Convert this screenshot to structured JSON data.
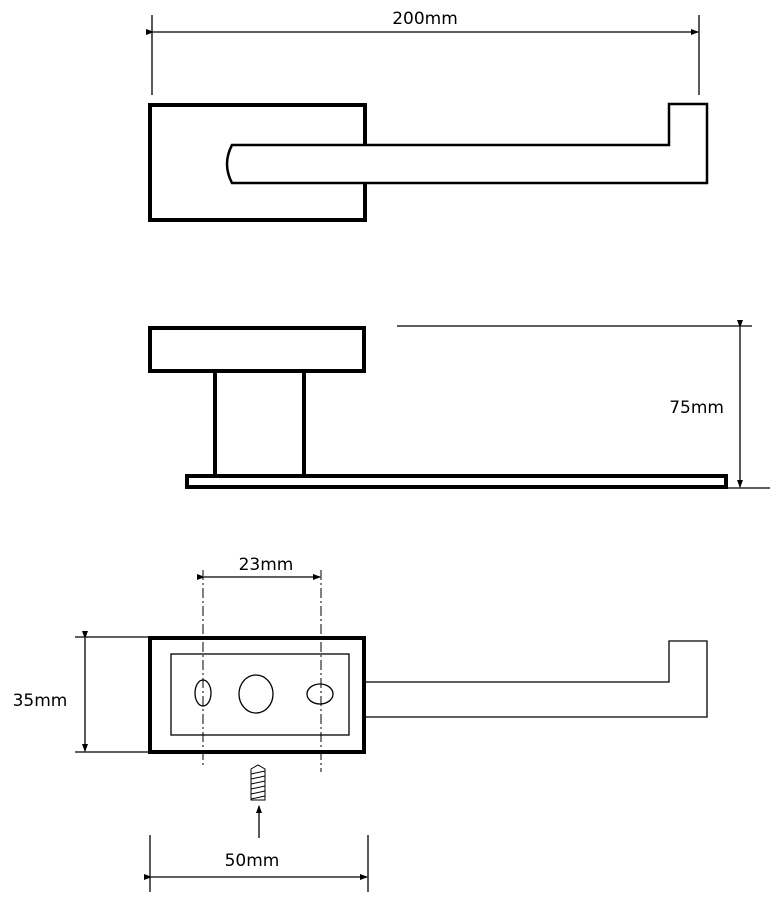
{
  "title": "Toilet roll holder technical drawing",
  "dimensions": {
    "overall_length": "200mm",
    "projection_depth": "75mm",
    "hole_spacing": "23mm",
    "base_height": "35mm",
    "base_width": "50mm"
  },
  "colors": {
    "line": "#000000",
    "background": "#ffffff"
  }
}
